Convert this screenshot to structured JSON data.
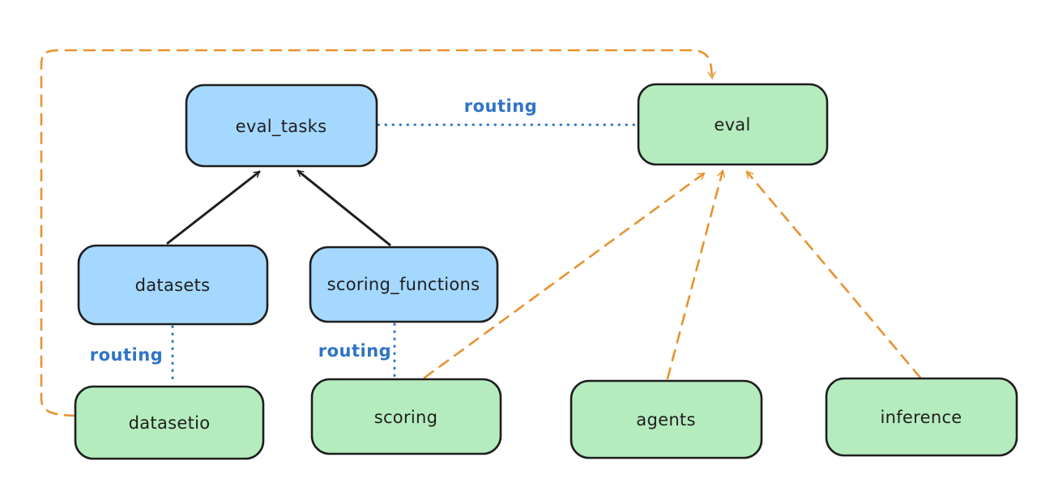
{
  "diagram": {
    "background": "#ffffff",
    "colors": {
      "node_border": "#1e1e1e",
      "blue_node_fill": "#a5d8ff",
      "green_node_fill": "#b5ecbe",
      "routing_blue": "#2f74c5",
      "orange_dashed": "#e8922f",
      "black_arrow": "#1e1e1e",
      "node_text": "#1e1e1e"
    },
    "nodes": [
      {
        "id": "eval_tasks",
        "label": "eval_tasks",
        "fill": "#a5d8ff"
      },
      {
        "id": "eval",
        "label": "eval",
        "fill": "#b5ecbe"
      },
      {
        "id": "datasets",
        "label": "datasets",
        "fill": "#a5d8ff"
      },
      {
        "id": "scoring_functions",
        "label": "scoring_functions",
        "fill": "#a5d8ff"
      },
      {
        "id": "datasetio",
        "label": "datasetio",
        "fill": "#b5ecbe"
      },
      {
        "id": "scoring",
        "label": "scoring",
        "fill": "#b5ecbe"
      },
      {
        "id": "agents",
        "label": "agents",
        "fill": "#b5ecbe"
      },
      {
        "id": "inference",
        "label": "inference",
        "fill": "#b5ecbe"
      }
    ],
    "edges": [
      {
        "from": "datasets",
        "to": "eval_tasks",
        "style": "solid-black-arrow",
        "label": ""
      },
      {
        "from": "scoring_functions",
        "to": "eval_tasks",
        "style": "solid-black-arrow",
        "label": ""
      },
      {
        "from": "eval_tasks",
        "to": "eval",
        "style": "dotted-blue",
        "label": "routing"
      },
      {
        "from": "datasets",
        "to": "datasetio",
        "style": "dotted-blue",
        "label": "routing"
      },
      {
        "from": "scoring_functions",
        "to": "scoring",
        "style": "dotted-blue",
        "label": "routing"
      },
      {
        "from": "datasetio",
        "to": "eval",
        "style": "dashed-orange-arrow",
        "label": ""
      },
      {
        "from": "scoring",
        "to": "eval",
        "style": "dashed-orange-arrow",
        "label": ""
      },
      {
        "from": "agents",
        "to": "eval",
        "style": "dashed-orange-arrow",
        "label": ""
      },
      {
        "from": "inference",
        "to": "eval",
        "style": "dashed-orange-arrow",
        "label": ""
      }
    ]
  }
}
